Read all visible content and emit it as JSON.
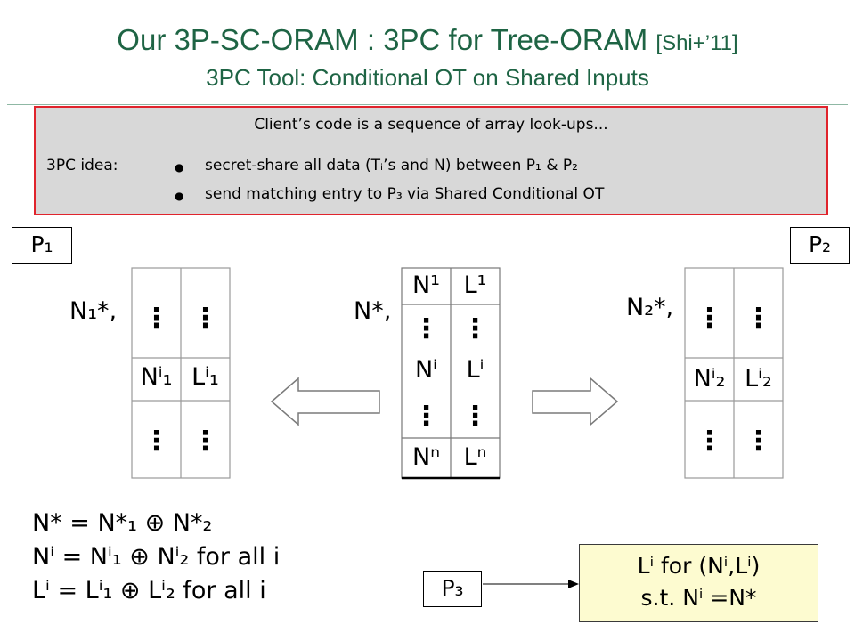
{
  "title": {
    "line1": "Our 3P-SC-ORAM : 3PC for Tree-ORAM ",
    "citation": "[Shi+’11]",
    "line2": "3PC Tool:  Conditional OT on Shared Inputs"
  },
  "idea_box": {
    "line1": "Client’s code is a sequence of array look-ups...",
    "label": "3PC idea:",
    "bullet1": "secret-share all data (Tᵢ’s and N) between P₁ & P₂",
    "bullet2": "send matching entry to P₃ via Shared Conditional OT"
  },
  "parties": {
    "p1": "P₁",
    "p2": "P₂",
    "p3": "P₃"
  },
  "labels": {
    "n1star": "N₁*,",
    "nstar": "N*,",
    "n2star": "N₂*,"
  },
  "tables": {
    "left": {
      "row_n": "Nⁱ₁",
      "row_l": "Lⁱ₁"
    },
    "center": {
      "top_n": "N¹",
      "top_l": "L¹",
      "mid_n": "Nⁱ",
      "mid_l": "Lⁱ",
      "bot_n": "Nⁿ",
      "bot_l": "Lⁿ"
    },
    "right": {
      "row_n": "Nⁱ₂",
      "row_l": "Lⁱ₂"
    },
    "ellipsis": "⋮"
  },
  "equations": [
    "N* = N*₁ ⊕ N*₂",
    "Nⁱ = Nⁱ₁ ⊕ Nⁱ₂ for all i",
    "Lⁱ =  Lⁱ₁ ⊕ Lⁱ₂ for all i"
  ],
  "result": {
    "line1": "Lⁱ for (Nⁱ,Lⁱ)",
    "line2": "s.t. Nⁱ =N*"
  },
  "colors": {
    "title": "#1e6444",
    "box_border": "#e0242c",
    "box_fill": "#d8d8d8",
    "result_fill": "#fdfbd0"
  }
}
